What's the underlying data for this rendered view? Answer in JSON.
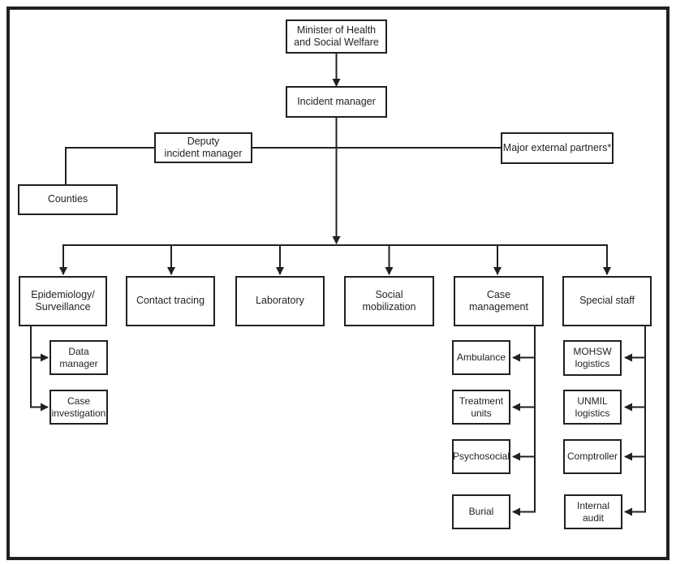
{
  "diagram": {
    "type": "org-chart",
    "colors": {
      "line": "#231f20",
      "box_border": "#231f20",
      "box_background": "#ffffff",
      "frame_border": "#231f20"
    },
    "nodes": {
      "minister": {
        "label": "Minister of Health\nand Social Welfare"
      },
      "incident_manager": {
        "label": "Incident manager"
      },
      "deputy_incident_manager": {
        "label": "Deputy\nincident manager"
      },
      "major_external_partners": {
        "label": "Major external partners*"
      },
      "counties": {
        "label": "Counties"
      },
      "epidemiology_surveillance": {
        "label": "Epidemiology/\nSurveillance"
      },
      "contact_tracing": {
        "label": "Contact tracing"
      },
      "laboratory": {
        "label": "Laboratory"
      },
      "social_mobilization": {
        "label": "Social\nmobilization"
      },
      "case_management": {
        "label": "Case\nmanagement"
      },
      "special_staff": {
        "label": "Special staff"
      },
      "data_manager": {
        "label": "Data\nmanager"
      },
      "case_investigation": {
        "label": "Case\ninvestigation"
      },
      "ambulance": {
        "label": "Ambulance"
      },
      "treatment_units": {
        "label": "Treatment\nunits"
      },
      "psychosocial": {
        "label": "Psychosocial"
      },
      "burial": {
        "label": "Burial"
      },
      "mohsw_logistics": {
        "label": "MOHSW\nlogistics"
      },
      "unmil_logistics": {
        "label": "UNMIL\nlogistics"
      },
      "comptroller": {
        "label": "Comptroller"
      },
      "internal_audit": {
        "label": "Internal\naudit"
      }
    },
    "edges": [
      {
        "from": "minister",
        "to": "incident_manager",
        "arrow": true
      },
      {
        "from": "incident_manager",
        "to": "deputy_incident_manager",
        "arrow": false
      },
      {
        "from": "incident_manager",
        "to": "major_external_partners",
        "arrow": false
      },
      {
        "from": "deputy_incident_manager",
        "to": "counties",
        "arrow": false
      },
      {
        "from": "incident_manager",
        "to": "epidemiology_surveillance",
        "arrow": true
      },
      {
        "from": "incident_manager",
        "to": "contact_tracing",
        "arrow": true
      },
      {
        "from": "incident_manager",
        "to": "laboratory",
        "arrow": true
      },
      {
        "from": "incident_manager",
        "to": "social_mobilization",
        "arrow": true
      },
      {
        "from": "incident_manager",
        "to": "case_management",
        "arrow": true
      },
      {
        "from": "incident_manager",
        "to": "special_staff",
        "arrow": true
      },
      {
        "from": "epidemiology_surveillance",
        "to": "data_manager",
        "arrow": true
      },
      {
        "from": "epidemiology_surveillance",
        "to": "case_investigation",
        "arrow": true
      },
      {
        "from": "case_management",
        "to": "ambulance",
        "arrow": true
      },
      {
        "from": "case_management",
        "to": "treatment_units",
        "arrow": true
      },
      {
        "from": "case_management",
        "to": "psychosocial",
        "arrow": true
      },
      {
        "from": "case_management",
        "to": "burial",
        "arrow": true
      },
      {
        "from": "special_staff",
        "to": "mohsw_logistics",
        "arrow": true
      },
      {
        "from": "special_staff",
        "to": "unmil_logistics",
        "arrow": true
      },
      {
        "from": "special_staff",
        "to": "comptroller",
        "arrow": true
      },
      {
        "from": "special_staff",
        "to": "internal_audit",
        "arrow": true
      }
    ]
  }
}
